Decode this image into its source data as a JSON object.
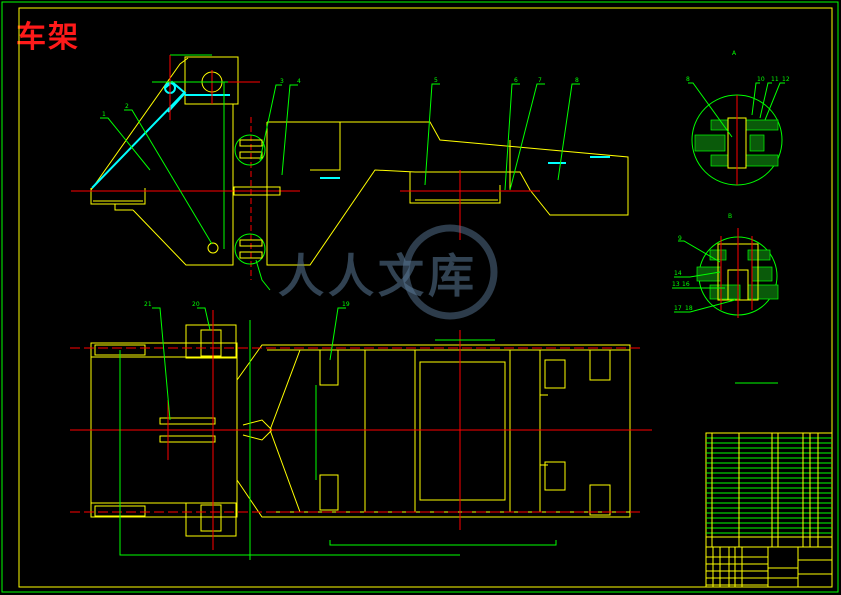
{
  "drawing_title": "车架",
  "watermark": "人人文库",
  "detail_views": {
    "view_a_label": "A",
    "view_b_label": "B"
  },
  "part_labels": {
    "side_view": [
      "1",
      "2",
      "3",
      "4",
      "5",
      "6",
      "7",
      "8"
    ],
    "plan_view": [
      "21",
      "20",
      "19"
    ],
    "detail_a": [
      "8",
      "10",
      "11",
      "12"
    ],
    "detail_b": [
      "9",
      "14",
      "13",
      "16",
      "17",
      "18"
    ]
  },
  "colors": {
    "frame": "#ffff00",
    "annotation": "#00ff00",
    "centerline": "#ff0000",
    "hydraulic": "#00ffff",
    "title": "#ff1a1a"
  }
}
